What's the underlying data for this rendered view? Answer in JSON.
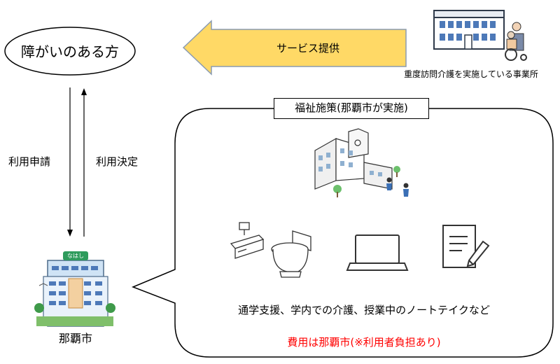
{
  "person_label": "障がいのある方",
  "service_arrow_label": "サービス提供",
  "provider_label": "重度訪問介護を実施している事業所",
  "apply_label": "利用申請",
  "decision_label": "利用決定",
  "city_label": "那覇市",
  "city_building_sign": "なはし",
  "welfare_title": "福祉施策(那覇市が実施)",
  "welfare_description": "通学支援、学内での介護、授業中のノートテイクなど",
  "cost_note": "費用は那覇市(※利用者負担あり)",
  "colors": {
    "arrow_fill": "#ffd966",
    "arrow_stroke": "#8a9bb0",
    "cost_text": "#ff0000",
    "outline": "#000000"
  }
}
